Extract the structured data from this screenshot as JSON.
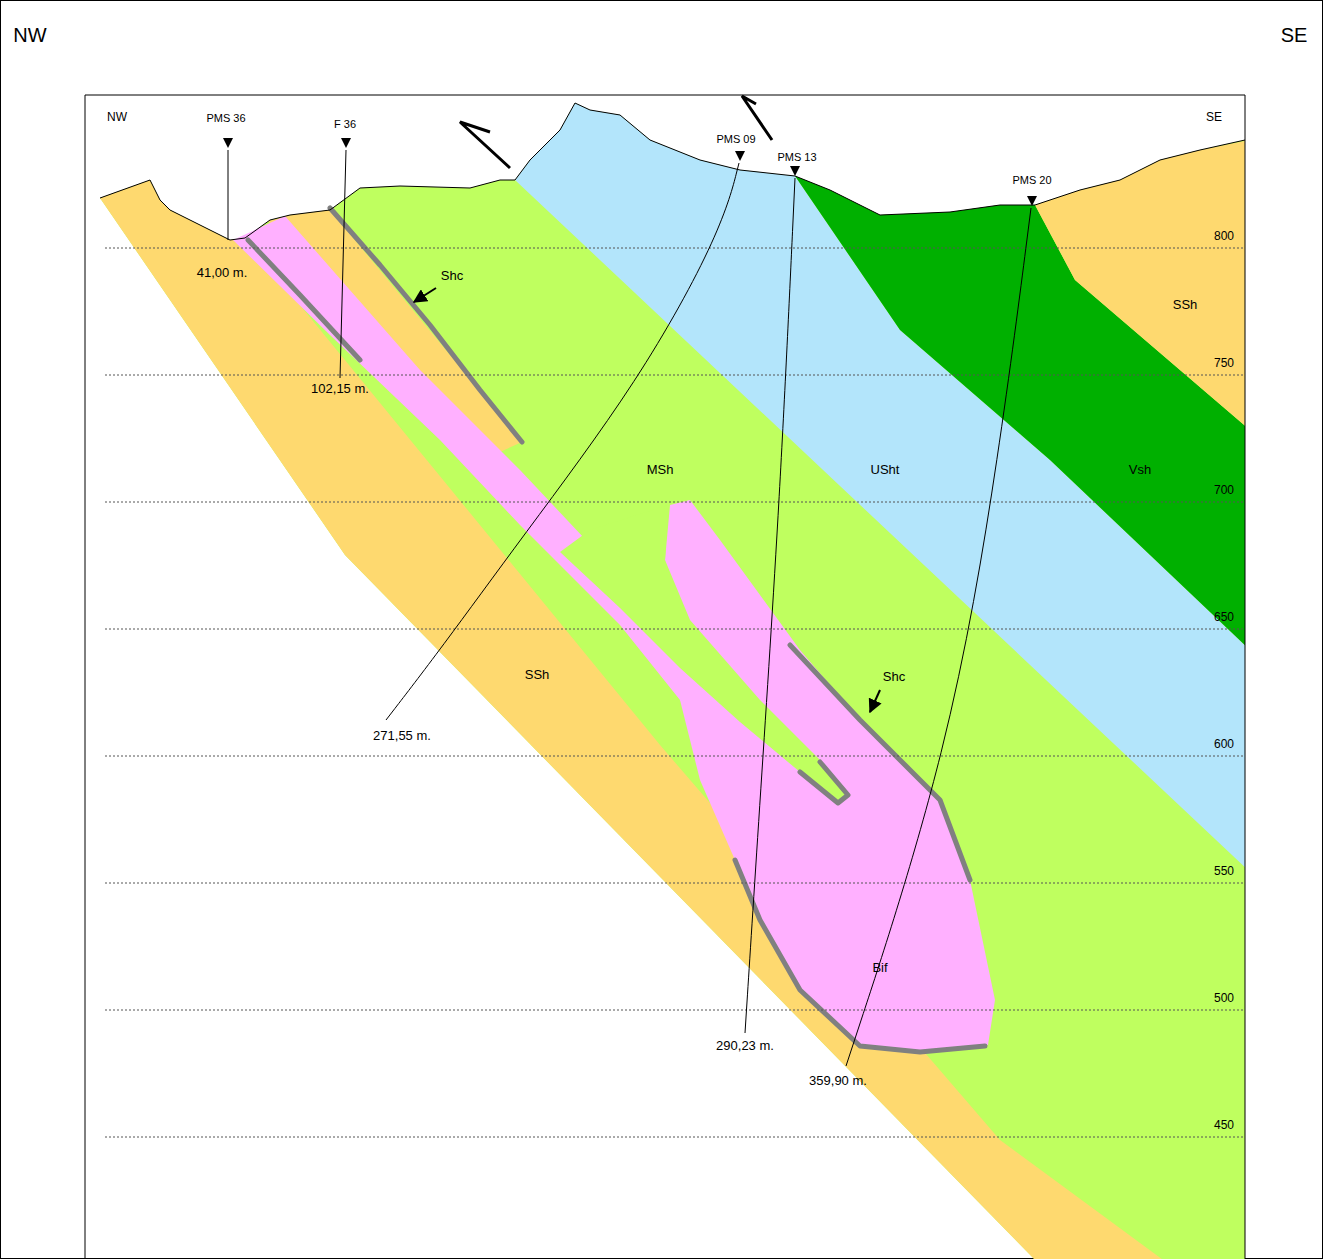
{
  "diagram": {
    "labels": [
      "NW",
      "SE",
      "NW",
      "PMS 36",
      "F 36",
      "PMS 09",
      "PMS 13",
      "PMS 20",
      "SE",
      "800",
      "750",
      "700",
      "650",
      "600",
      "550",
      "500",
      "450",
      "41,00 m.",
      "Shc",
      "102,15 m.",
      "MSh",
      "USht",
      "Vsh",
      "SSh",
      "SSh",
      "Shc",
      "271,55 m.",
      "Bif",
      "290,23 m.",
      "359,90 m."
    ]
  }
}
